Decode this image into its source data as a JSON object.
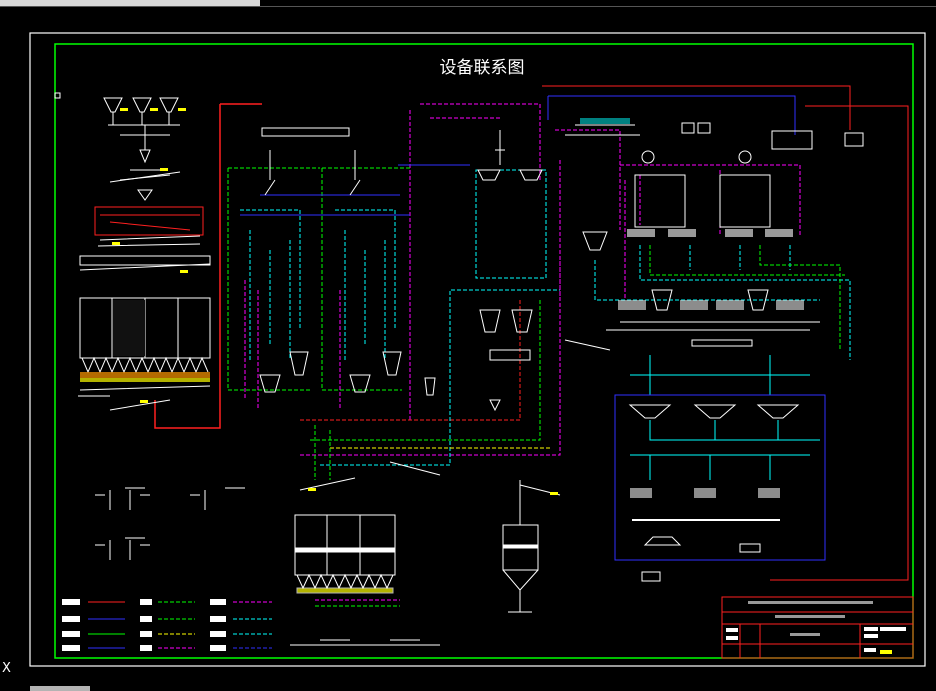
{
  "drawing": {
    "title": "设备联系图"
  },
  "colors": {
    "background": "#000000",
    "frame_outer": "#ffffff",
    "frame_inner": "#00ff00",
    "red": "#ff2020",
    "cyan": "#00ffff",
    "green": "#00ff00",
    "magenta": "#ff00ff",
    "blue": "#3030ff",
    "yellow": "#ffff00",
    "white": "#ffffff"
  },
  "legend": {
    "rows": 4,
    "columns": 3
  },
  "title_block": {
    "present": true
  },
  "cursor_glyph": "X"
}
